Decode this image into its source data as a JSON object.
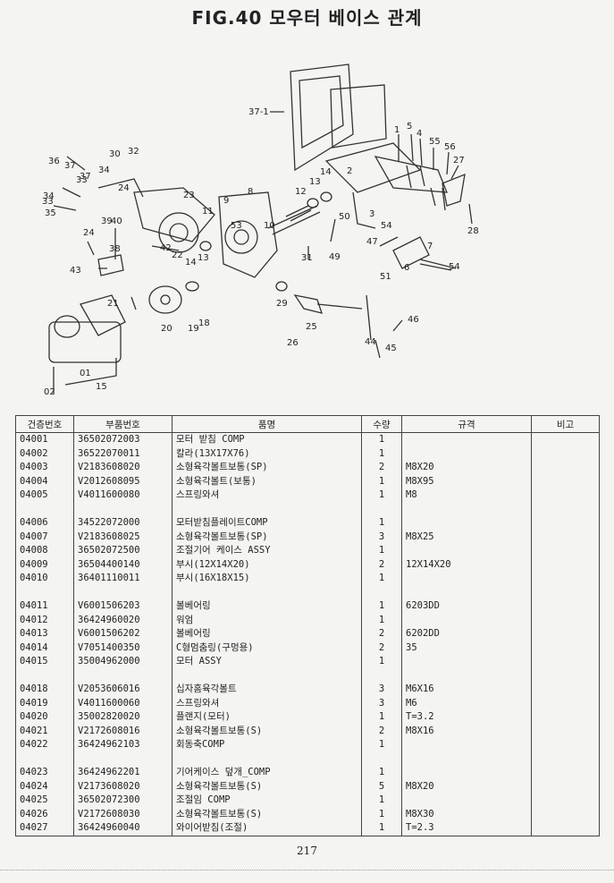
{
  "title": "FIG.40 모우터 베이스 관계",
  "diagram_labels": [
    "37-1",
    "1",
    "5",
    "4",
    "55",
    "56",
    "27",
    "2",
    "3",
    "36",
    "30",
    "32",
    "37",
    "34",
    "33",
    "14",
    "13",
    "12",
    "8",
    "23",
    "24",
    "9",
    "50",
    "54",
    "7",
    "28",
    "11",
    "39",
    "40",
    "53",
    "47",
    "38",
    "42",
    "22",
    "10",
    "31",
    "49",
    "6",
    "43",
    "14",
    "13",
    "21",
    "29",
    "20",
    "19",
    "18",
    "26",
    "25",
    "44",
    "45",
    "46",
    "01",
    "02",
    "15",
    "51",
    "54",
    "35",
    "33",
    "34",
    "37",
    "24"
  ],
  "table": {
    "headers": [
      "건층번호",
      "부품번호",
      "품명",
      "수량",
      "규격",
      "비고"
    ],
    "rows": [
      [
        "04001",
        "36502072003",
        "모터 받침 COMP",
        "1",
        "",
        ""
      ],
      [
        "04002",
        "36522070011",
        "칼라(13X17X76)",
        "1",
        "",
        ""
      ],
      [
        "04003",
        "V2183608020",
        "소형육각볼트보통(SP)",
        "2",
        "M8X20",
        ""
      ],
      [
        "04004",
        "V2012608095",
        "소형육각볼트(보통)",
        "1",
        "M8X95",
        ""
      ],
      [
        "04005",
        "V4011600080",
        "스프링와셔",
        "1",
        "M8",
        ""
      ],
      [
        "",
        "",
        "",
        "",
        "",
        ""
      ],
      [
        "04006",
        "34522072000",
        "모터받침플레이트COMP",
        "1",
        "",
        ""
      ],
      [
        "04007",
        "V2183608025",
        "소형육각볼트보통(SP)",
        "3",
        "M8X25",
        ""
      ],
      [
        "04008",
        "36502072500",
        "조절기어 케이스 ASSY",
        "1",
        "",
        ""
      ],
      [
        "04009",
        "36504400140",
        "부시(12X14X20)",
        "2",
        "12X14X20",
        ""
      ],
      [
        "04010",
        "36401110011",
        "부시(16X18X15)",
        "1",
        "",
        ""
      ],
      [
        "",
        "",
        "",
        "",
        "",
        ""
      ],
      [
        "04011",
        "V6001506203",
        "볼베어링",
        "1",
        "6203DD",
        ""
      ],
      [
        "04012",
        "36424960020",
        "워엄",
        "1",
        "",
        ""
      ],
      [
        "04013",
        "V6001506202",
        "볼베어링",
        "2",
        "6202DD",
        ""
      ],
      [
        "04014",
        "V7051400350",
        "C형멈춤링(구멍용)",
        "2",
        "35",
        ""
      ],
      [
        "04015",
        "35004962000",
        "모터 ASSY",
        "1",
        "",
        ""
      ],
      [
        "",
        "",
        "",
        "",
        "",
        ""
      ],
      [
        "04018",
        "V2053606016",
        "십자홈육각볼트",
        "3",
        "M6X16",
        ""
      ],
      [
        "04019",
        "V4011600060",
        "스프링와셔",
        "3",
        "M6",
        ""
      ],
      [
        "04020",
        "35002820020",
        "플랜지(모터)",
        "1",
        "T=3.2",
        ""
      ],
      [
        "04021",
        "V2172608016",
        "소형육각볼트보통(S)",
        "2",
        "M8X16",
        ""
      ],
      [
        "04022",
        "36424962103",
        "회동축COMP",
        "1",
        "",
        ""
      ],
      [
        "",
        "",
        "",
        "",
        "",
        ""
      ],
      [
        "04023",
        "36424962201",
        "기어케이스 덮개_COMP",
        "1",
        "",
        ""
      ],
      [
        "04024",
        "V2173608020",
        "소형육각볼트보통(S)",
        "5",
        "M8X20",
        ""
      ],
      [
        "04025",
        "36502072300",
        "조절임 COMP",
        "1",
        "",
        ""
      ],
      [
        "04026",
        "V2172608030",
        "소형육각볼트보통(S)",
        "1",
        "M8X30",
        ""
      ],
      [
        "04027",
        "36424960040",
        "와이어받침(조절)",
        "1",
        "T=2.3",
        ""
      ]
    ]
  },
  "page_number": "217"
}
